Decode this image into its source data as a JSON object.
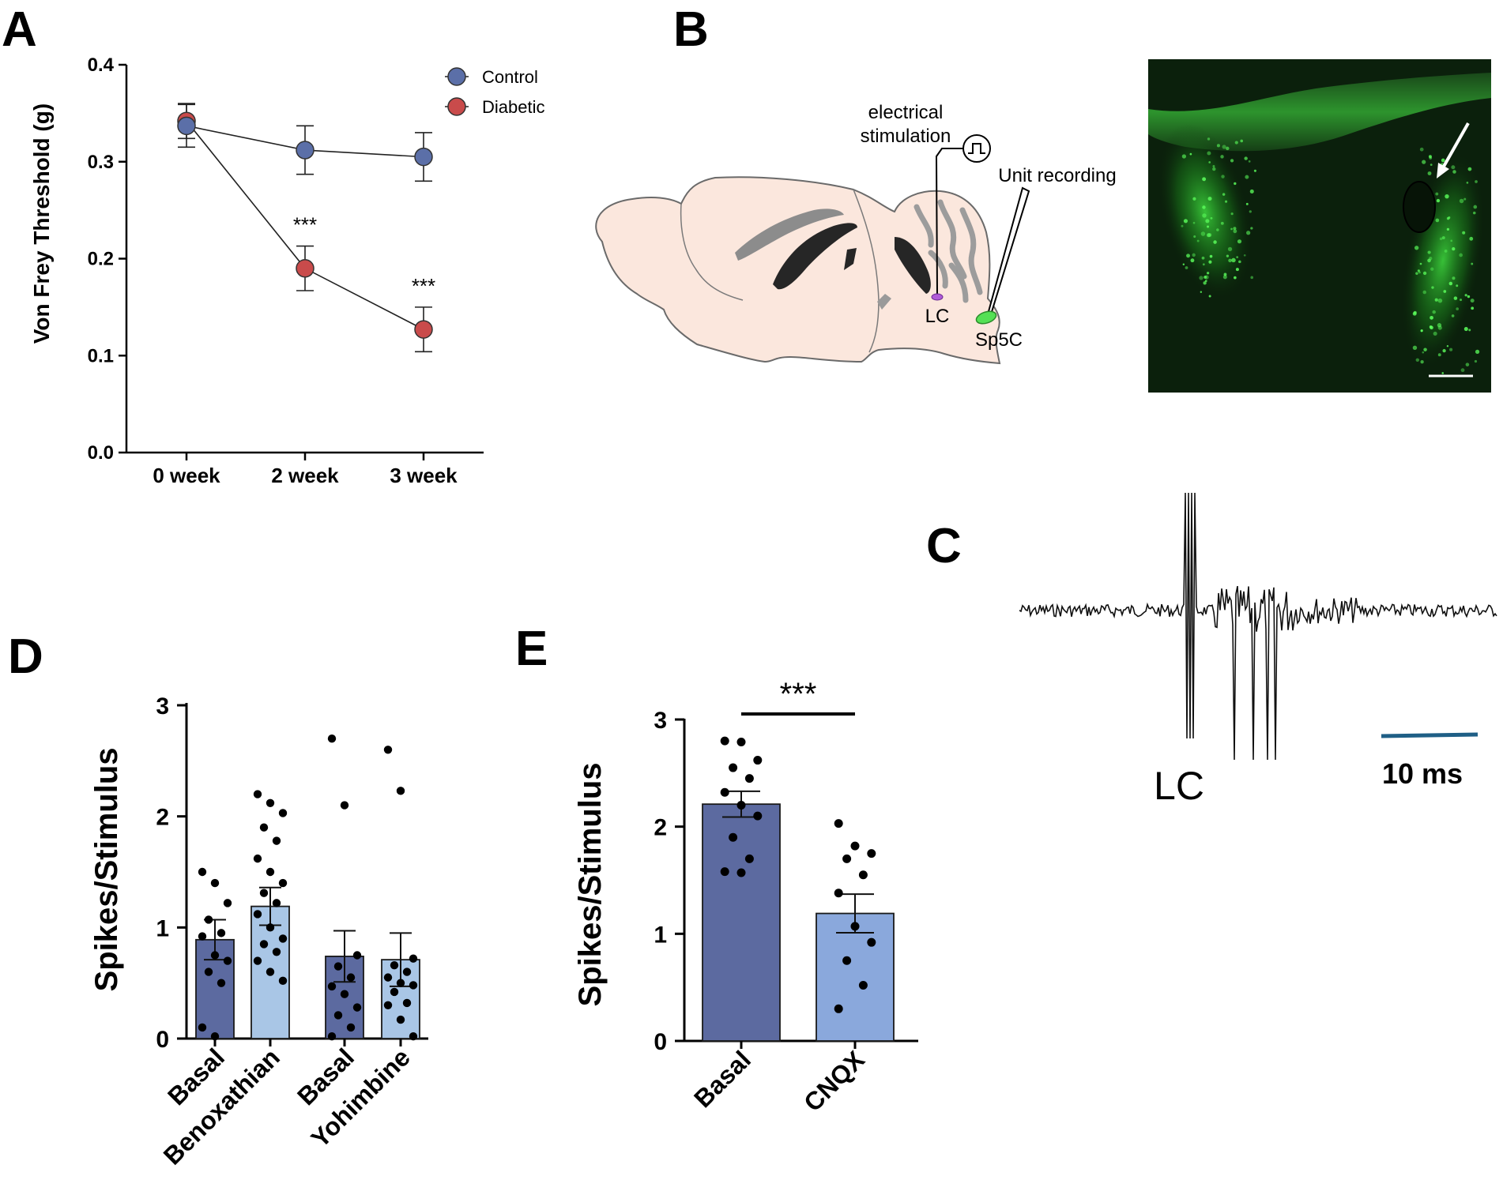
{
  "panels": {
    "a": "A",
    "b": "B",
    "c": "C",
    "d": "D",
    "e": "E"
  },
  "colors": {
    "control": "#5b6fa8",
    "diabetic": "#c94b4b",
    "bar_dark": "#5c6aa0",
    "bar_light": "#a9c6e6",
    "bar_e_light": "#8aa8dc",
    "fluor_bg": "#0a1f0a",
    "fluor_green": "#3ddc3d",
    "scale_bar": "#1f5f86"
  },
  "chart_data": [
    {
      "panel": "A",
      "type": "line",
      "categories": [
        "0 week",
        "2 week",
        "3 week"
      ],
      "ylabel": "Von Frey Threshold  (g)",
      "ylim": [
        0.0,
        0.4
      ],
      "yticks": [
        "0.0",
        "0.1",
        "0.2",
        "0.3",
        "0.4"
      ],
      "legend": "top-right",
      "series": [
        {
          "name": "Control",
          "values": [
            0.337,
            0.312,
            0.305
          ],
          "errors": [
            0.022,
            0.025,
            0.025
          ]
        },
        {
          "name": "Diabetic",
          "values": [
            0.342,
            0.19,
            0.127
          ],
          "errors": [
            0.018,
            0.023,
            0.023
          ]
        }
      ],
      "annotations": [
        {
          "text": "***",
          "category": "2 week"
        },
        {
          "text": "***",
          "category": "3 week"
        }
      ]
    },
    {
      "panel": "D",
      "type": "bar",
      "categories": [
        "Basal",
        "Benoxathian",
        "Basal",
        "Yohimbine"
      ],
      "ylabel": "Spikes/Stimulus",
      "ylim": [
        0,
        3
      ],
      "yticks": [
        "0",
        "1",
        "2",
        "3"
      ],
      "values": [
        0.89,
        1.19,
        0.74,
        0.71
      ],
      "errors": [
        0.18,
        0.17,
        0.23,
        0.24
      ],
      "points": [
        [
          1.5,
          1.4,
          1.22,
          1.07,
          0.95,
          0.92,
          0.75,
          0.7,
          0.6,
          0.5,
          0.1,
          0.02
        ],
        [
          2.2,
          2.12,
          2.03,
          1.9,
          1.78,
          1.62,
          1.5,
          1.4,
          1.31,
          1.22,
          1.12,
          1.0,
          0.9,
          0.85,
          0.78,
          0.7,
          0.6,
          0.52
        ],
        [
          2.7,
          2.1,
          0.75,
          0.65,
          0.55,
          0.47,
          0.4,
          0.28,
          0.21,
          0.1,
          0.02
        ],
        [
          2.6,
          2.23,
          0.72,
          0.66,
          0.6,
          0.55,
          0.5,
          0.48,
          0.42,
          0.32,
          0.3,
          0.17,
          0.02
        ]
      ]
    },
    {
      "panel": "E",
      "type": "bar",
      "categories": [
        "Basal",
        "CNQX"
      ],
      "ylabel": "Spikes/Stimulus",
      "ylim": [
        0,
        3
      ],
      "yticks": [
        "0",
        "1",
        "2",
        "3"
      ],
      "values": [
        2.21,
        1.19
      ],
      "errors": [
        0.12,
        0.18
      ],
      "points": [
        [
          2.8,
          2.79,
          2.62,
          2.55,
          2.45,
          2.32,
          2.2,
          2.1,
          1.9,
          1.7,
          1.58,
          1.57
        ],
        [
          2.03,
          1.82,
          1.75,
          1.7,
          1.55,
          1.38,
          1.07,
          0.92,
          0.75,
          0.52,
          0.3
        ]
      ],
      "significance": "***"
    }
  ],
  "panel_b": {
    "electrical_stimulation": [
      "electrical",
      "stimulation"
    ],
    "unit_recording": "Unit recording",
    "lc": "LC",
    "sp5c": "Sp5C"
  },
  "panel_c": {
    "lc_label": "LC",
    "scale_label": "10 ms"
  }
}
